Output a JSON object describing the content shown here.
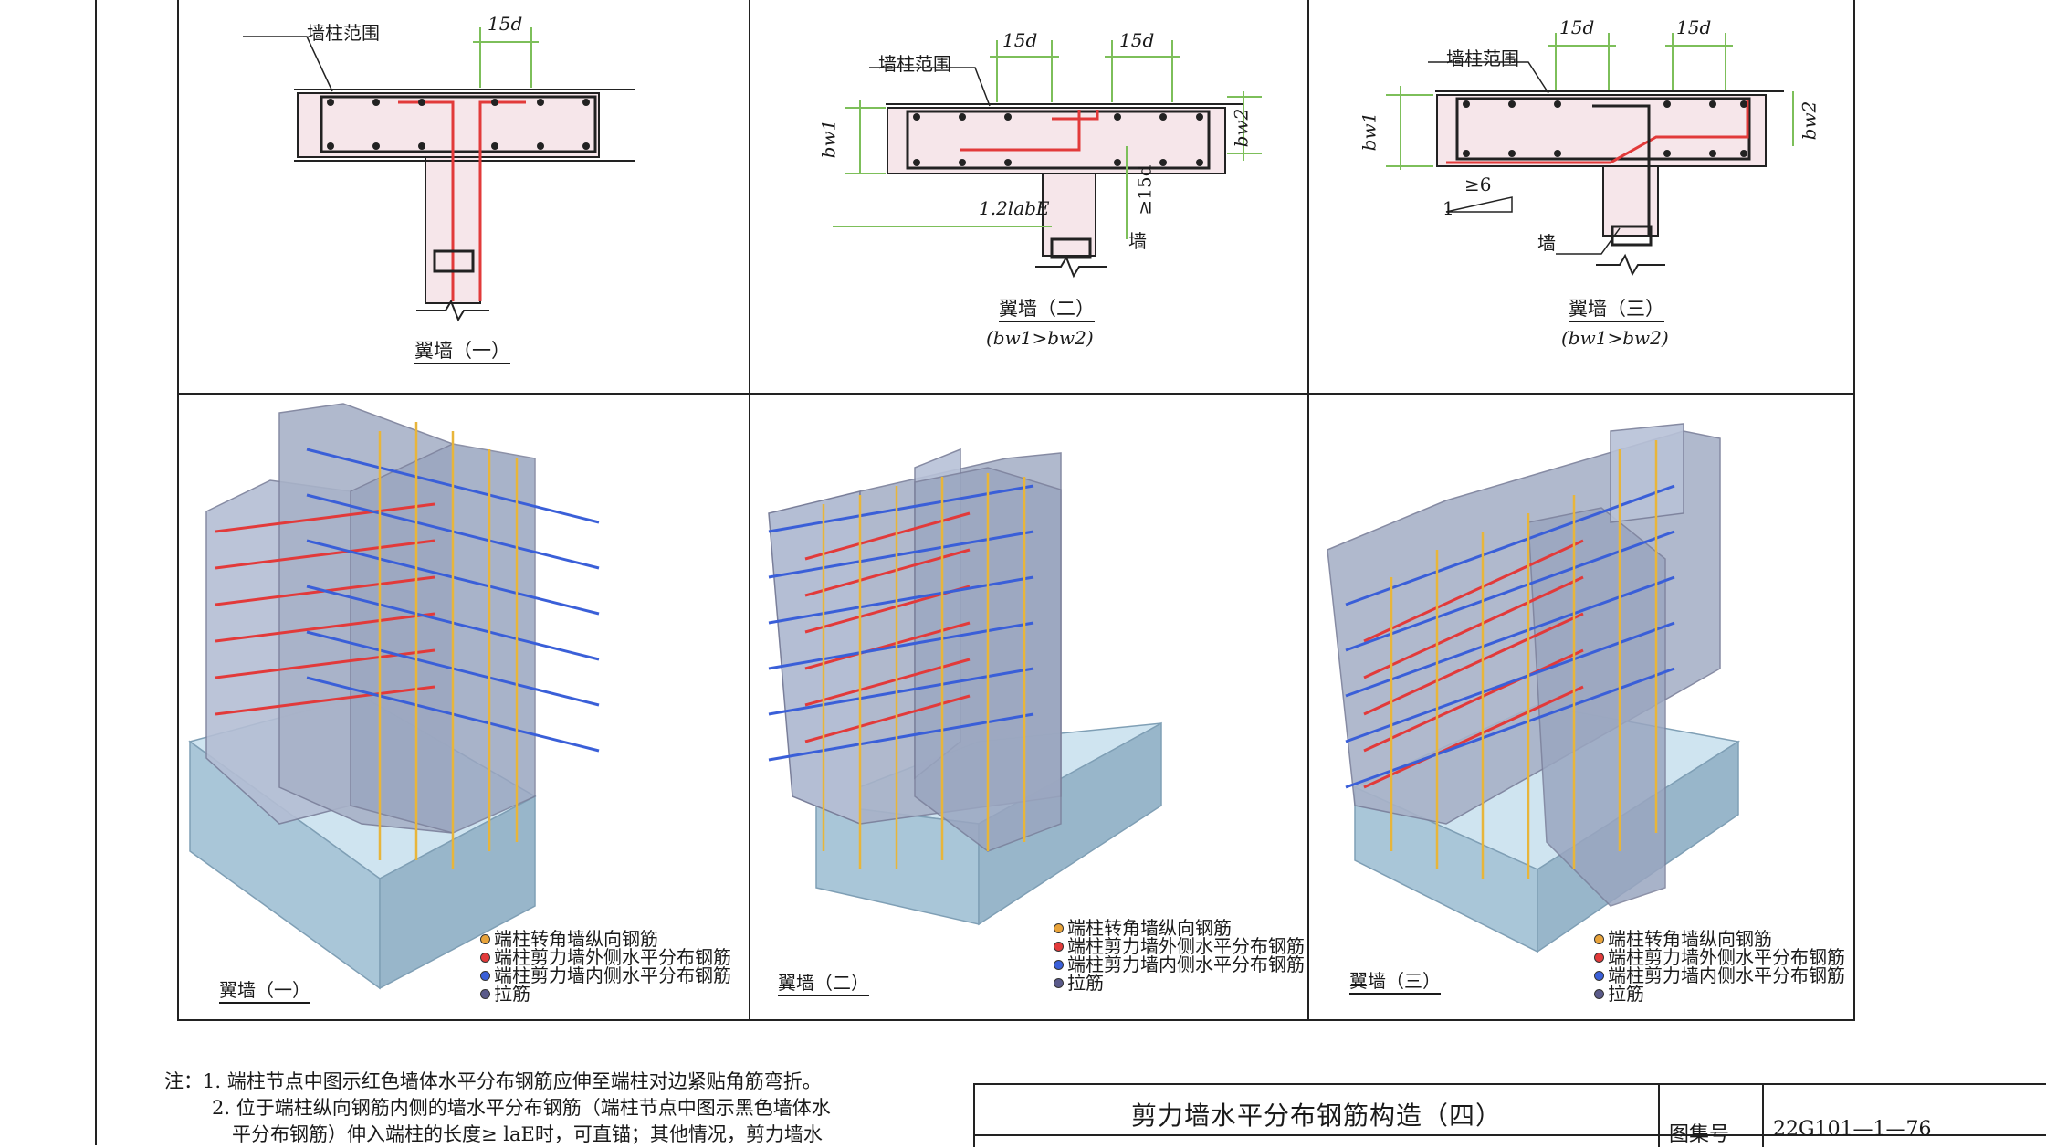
{
  "top": {
    "d1": {
      "range_label": "墙柱范围",
      "dim_top": "15d",
      "caption": "翼墙（一）"
    },
    "d2": {
      "range_label": "墙柱范围",
      "dim_top_1": "15d",
      "dim_top_2": "15d",
      "bw1": "bw1",
      "bw2": "bw2",
      "anchor": "1.2labE",
      "min15d": "≥15d",
      "wall": "墙",
      "caption": "翼墙（二）",
      "condition": "(bw1>bw2)"
    },
    "d3": {
      "range_label": "墙柱范围",
      "dim_top_1": "15d",
      "dim_top_2": "15d",
      "bw1": "bw1",
      "bw2": "bw2",
      "slope": "≥6",
      "slope_one": "1",
      "wall": "墙",
      "caption": "翼墙（三）",
      "condition": "(bw1>bw2)"
    }
  },
  "bottom": {
    "captions": [
      "翼墙（一）",
      "翼墙（二）",
      "翼墙（三）"
    ],
    "legend": [
      {
        "label": "端柱转角墙纵向钢筋",
        "color": "#e8a33a"
      },
      {
        "label": "端柱剪力墙外侧水平分布钢筋",
        "color": "#e23a3a"
      },
      {
        "label": "端柱剪力墙内侧水平分布钢筋",
        "color": "#3a5fd8"
      },
      {
        "label": "拉筋",
        "color": "#5a5a8a"
      }
    ]
  },
  "notes": {
    "prefix": "注：",
    "line1": "1. 端柱节点中图示红色墙体水平分布钢筋应伸至端柱对边紧贴角筋弯折。",
    "line2": "2. 位于端柱纵向钢筋内侧的墙水平分布钢筋（端柱节点中图示黑色墙体水",
    "line3": "平分布钢筋）伸入端柱的长度≥ laE时，可直锚；其他情况，剪力墙水"
  },
  "title_block": {
    "title": "剪力墙水平分布钢筋构造（四）",
    "atlas_label": "图集号",
    "atlas_code": "22G101—1—76"
  },
  "colors": {
    "concrete_fill": "#f6e6ea",
    "rebar_red": "#e23a3a",
    "rebar_blue": "#3a5fd8",
    "rebar_yellow": "#e8b53a",
    "dim_green": "#7dbf5a"
  }
}
